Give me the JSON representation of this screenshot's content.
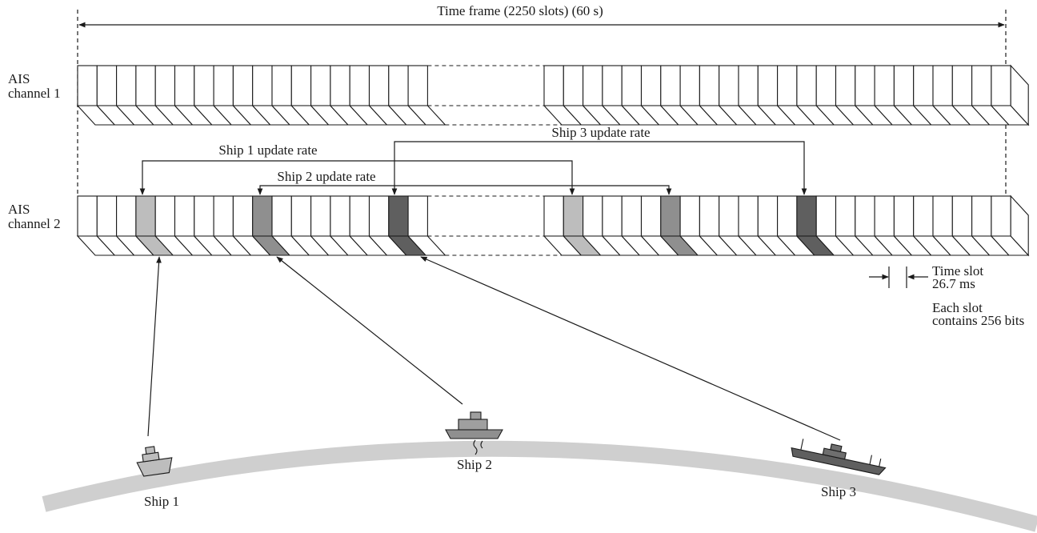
{
  "frame": {
    "label": "Time frame (2250 slots) (60 s)"
  },
  "channels": [
    {
      "id": "ch1",
      "label_line1": "AIS",
      "label_line2": "channel 1"
    },
    {
      "id": "ch2",
      "label_line1": "AIS",
      "label_line2": "channel 2"
    }
  ],
  "update_rates": {
    "ship1": "Ship 1 update rate",
    "ship2": "Ship 2 update rate",
    "ship3": "Ship 3 update rate"
  },
  "time_slot": {
    "line1": "Time slot",
    "line2": "26.7 ms",
    "note_line1": "Each slot",
    "note_line2": "contains 256 bits"
  },
  "ships": [
    {
      "id": "ship1",
      "label": "Ship 1",
      "color": "#bdbdbd"
    },
    {
      "id": "ship2",
      "label": "Ship 2",
      "color": "#8f8f8f"
    },
    {
      "id": "ship3",
      "label": "Ship 3",
      "color": "#5f5f5f"
    }
  ],
  "colors": {
    "line": "#1a1a1a",
    "earth": "#cfcfcf",
    "slot_fill": "#ffffff"
  }
}
